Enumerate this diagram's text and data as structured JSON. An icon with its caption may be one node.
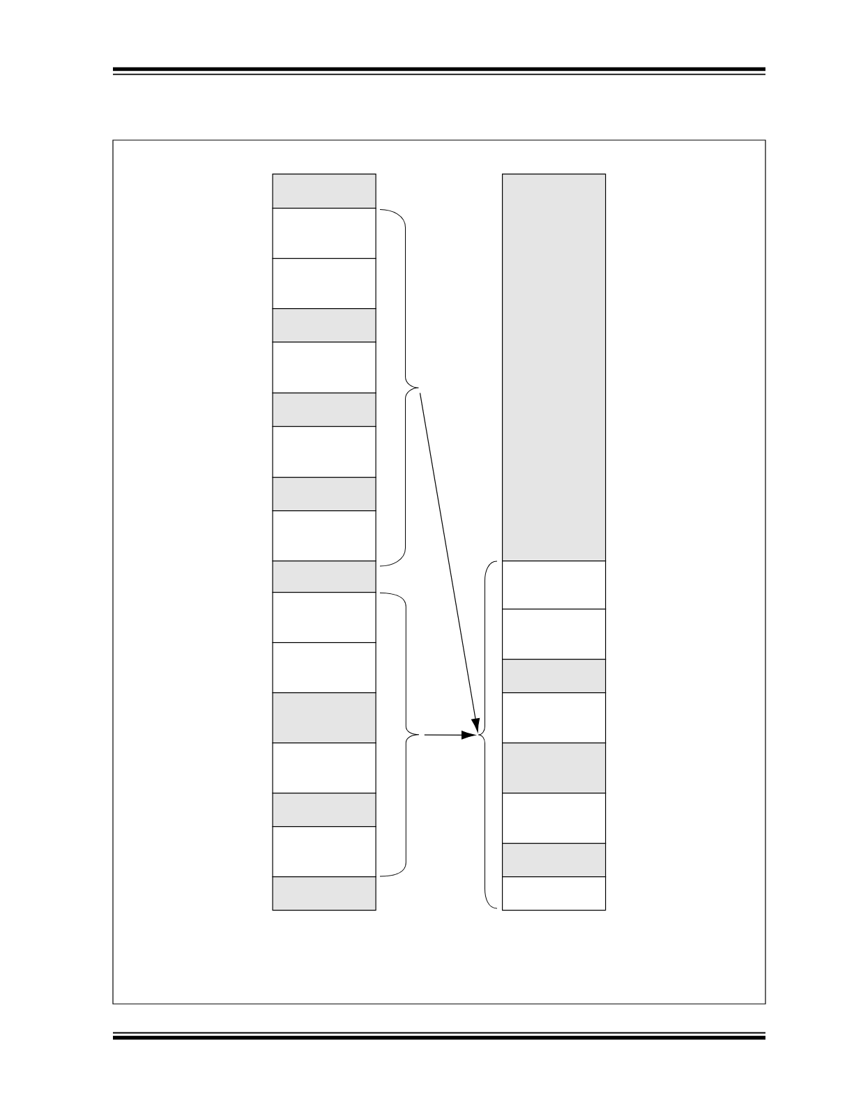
{
  "diagram": {
    "nodes": [
      {
        "text": [],
        "shape": "box"
      },
      {
        "text": [],
        "shape": "box"
      },
      {
        "text": [],
        "shape": "box"
      },
      {
        "text": [],
        "shape": "box"
      },
      {
        "text": [],
        "shape": "box"
      },
      {
        "text": [],
        "shape": "box"
      },
      {
        "text": [],
        "shape": "box"
      },
      {
        "text": [],
        "shape": "box"
      },
      {
        "text": [],
        "shape": "box"
      },
      {
        "text": [],
        "shape": "box"
      },
      {
        "text": [],
        "shape": "box"
      },
      {
        "text": [],
        "shape": "box"
      },
      {
        "text": [],
        "shape": "box"
      },
      {
        "text": [],
        "shape": "box"
      },
      {
        "text": [],
        "shape": "box"
      },
      {
        "text": [],
        "shape": "box"
      },
      {
        "text": [],
        "shape": "box"
      },
      {
        "text": [],
        "shape": "brace"
      },
      {
        "text": [],
        "shape": "brace"
      },
      {
        "text": [],
        "shape": "brace"
      },
      {
        "text": [],
        "shape": "box"
      },
      {
        "text": [],
        "shape": "box"
      },
      {
        "text": [],
        "shape": "box"
      },
      {
        "text": [],
        "shape": "box"
      },
      {
        "text": [],
        "shape": "box"
      },
      {
        "text": [],
        "shape": "box"
      },
      {
        "text": [],
        "shape": "box"
      },
      {
        "text": [],
        "shape": "box"
      },
      {
        "text": [],
        "shape": "box"
      }
    ],
    "edges": [
      {
        "from": 17,
        "to": 19,
        "arrow": "to"
      },
      {
        "from": 18,
        "to": 19,
        "arrow": "to"
      }
    ]
  }
}
